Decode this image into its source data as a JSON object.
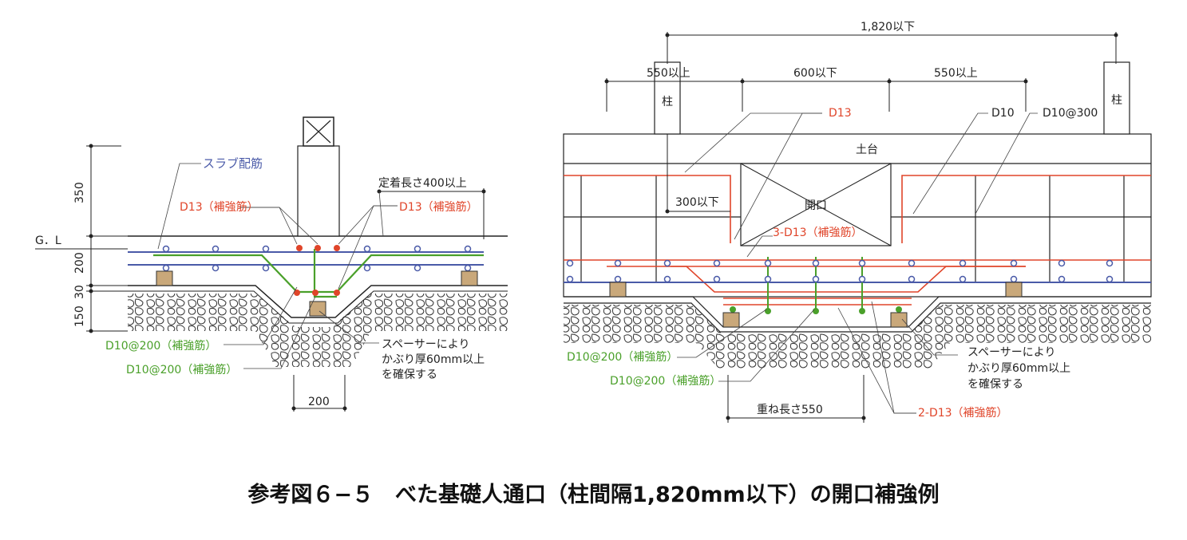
{
  "caption": "参考図６−５　べた基礎人通口（柱間隔1,820mm以下）の開口補強例",
  "left": {
    "dim_350": "350",
    "dim_200": "200",
    "dim_30": "30",
    "dim_150": "150",
    "gl": "G．L",
    "slab": "スラブ配筋",
    "anchor": "定着長さ400以上",
    "d13_left": "D13（補強筋）",
    "d13_right": "D13（補強筋）",
    "d10_a": "D10@200（補強筋）",
    "d10_b": "D10@200（補強筋）",
    "spacer1": "スペーサーにより",
    "spacer2": "かぶり厚60mm以上",
    "spacer3": "を確保する",
    "dim_bottom": "200"
  },
  "right": {
    "dim_total": "1,820以下",
    "dim_550a": "550以上",
    "dim_600": "600以下",
    "dim_550b": "550以上",
    "col_left": "柱",
    "col_right": "柱",
    "d13": "D13",
    "d10": "D10",
    "d10_300": "D10@300",
    "dodai": "土台",
    "dim_300": "300以下",
    "opening": "開口",
    "d13_3": "3-D13（補強筋）",
    "d10_a": "D10@200（補強筋）",
    "d10_b": "D10@200（補強筋）",
    "spacer1": "スペーサーにより",
    "spacer2": "かぶり厚60mm以上",
    "spacer3": "を確保する",
    "overlap": "重ね長さ550",
    "d13_2": "2-D13（補強筋）"
  },
  "colors": {
    "red": "#e0452a",
    "blue": "#4a5aa8",
    "green": "#4aa02a",
    "spacer": "#c9a87a"
  }
}
